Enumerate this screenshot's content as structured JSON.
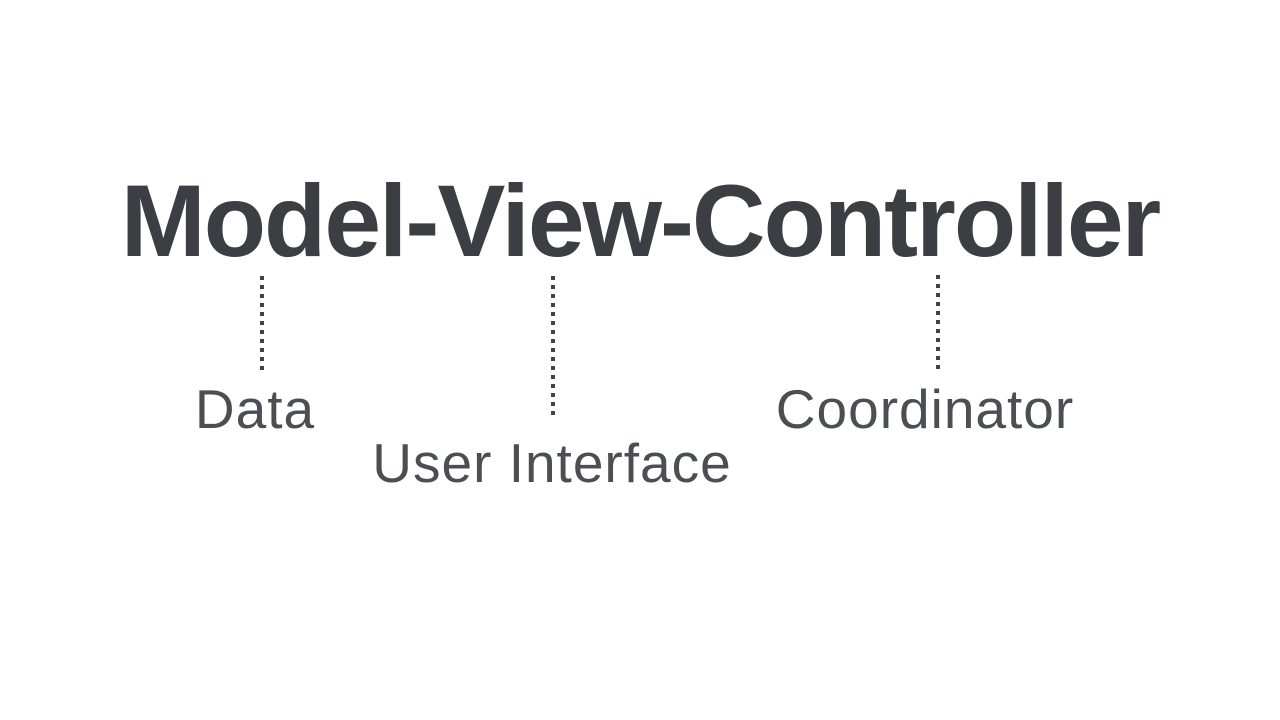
{
  "title": {
    "text": "Model-View-Controller"
  },
  "annotations": [
    {
      "label": "Data"
    },
    {
      "label": "User Interface"
    },
    {
      "label": "Coordinator"
    }
  ],
  "colors": {
    "background": "#ffffff",
    "title_text": "#3b3f44",
    "label_text": "#4b4f54",
    "connector_dots": "#3f4347"
  }
}
